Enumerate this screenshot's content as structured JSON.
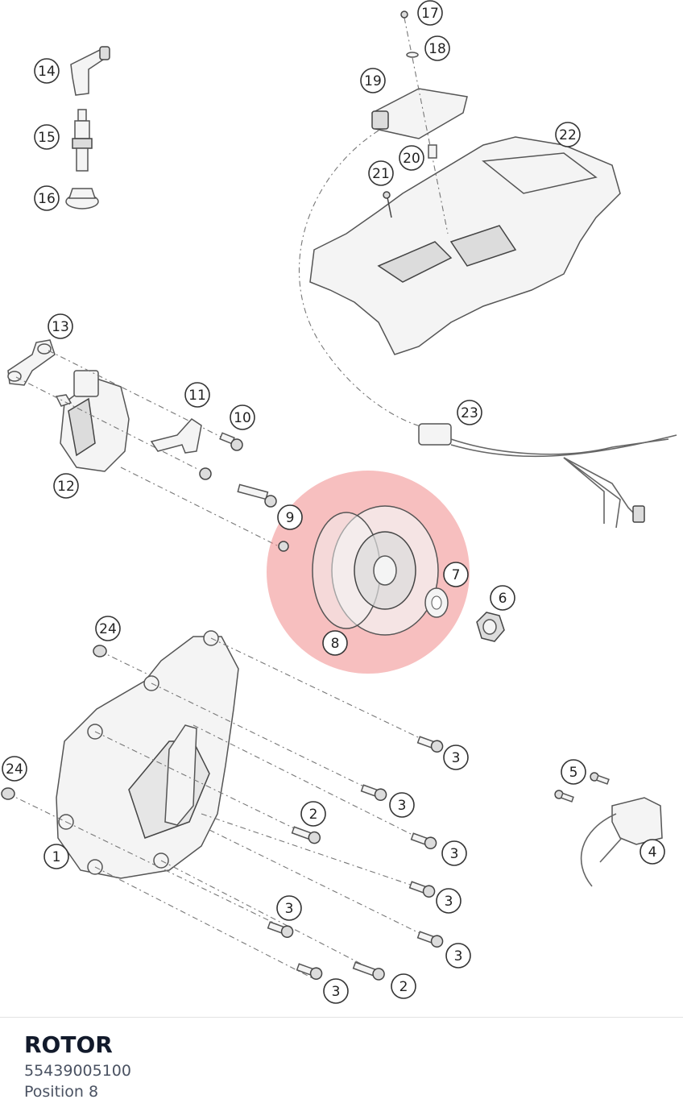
{
  "selected_part": {
    "name": "ROTOR",
    "number": "55439005100",
    "position": "Position 8"
  },
  "highlight_color": "#f08a8a",
  "callouts": [
    {
      "label": "17"
    },
    {
      "label": "18"
    },
    {
      "label": "19"
    },
    {
      "label": "14"
    },
    {
      "label": "15"
    },
    {
      "label": "16"
    },
    {
      "label": "20"
    },
    {
      "label": "21"
    },
    {
      "label": "22"
    },
    {
      "label": "13"
    },
    {
      "label": "11"
    },
    {
      "label": "10"
    },
    {
      "label": "12"
    },
    {
      "label": "23"
    },
    {
      "label": "9"
    },
    {
      "label": "7"
    },
    {
      "label": "6"
    },
    {
      "label": "8"
    },
    {
      "label": "24"
    },
    {
      "label": "3"
    },
    {
      "label": "24"
    },
    {
      "label": "5"
    },
    {
      "label": "3"
    },
    {
      "label": "2"
    },
    {
      "label": "3"
    },
    {
      "label": "1"
    },
    {
      "label": "4"
    },
    {
      "label": "3"
    },
    {
      "label": "3"
    },
    {
      "label": "3"
    },
    {
      "label": "3"
    },
    {
      "label": "2"
    }
  ]
}
